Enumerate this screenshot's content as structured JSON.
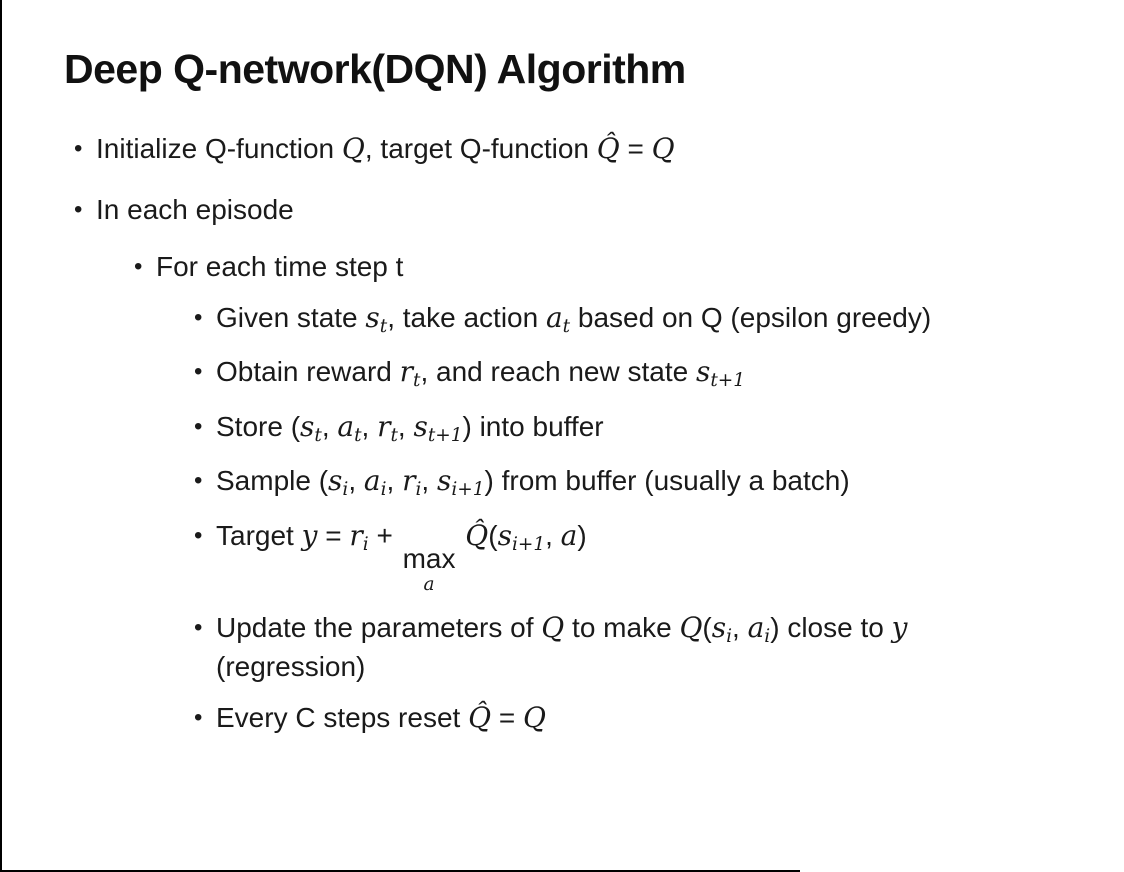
{
  "colors": {
    "background": "#ffffff",
    "text": "#1a1a1a",
    "border": "#000000"
  },
  "slide": {
    "title": "Deep Q-network(DQN) Algorithm",
    "bullets": [
      {
        "level": 1,
        "segments": [
          {
            "t": "Initialize Q-function "
          },
          {
            "t": "Q",
            "s": "i"
          },
          {
            "t": ", target Q-function "
          },
          {
            "t": "Q̂",
            "s": "i"
          },
          {
            "t": " = "
          },
          {
            "t": "Q",
            "s": "i"
          }
        ]
      },
      {
        "level": 1,
        "segments": [
          {
            "t": "In each episode"
          }
        ]
      },
      {
        "level": 2,
        "segments": [
          {
            "t": "For each time step t"
          }
        ]
      },
      {
        "level": 3,
        "segments": [
          {
            "t": "Given state "
          },
          {
            "t": "s",
            "s": "i"
          },
          {
            "t": "t",
            "s": "sub"
          },
          {
            "t": ", take action "
          },
          {
            "t": "a",
            "s": "i"
          },
          {
            "t": "t",
            "s": "sub"
          },
          {
            "t": " based on Q (epsilon greedy)"
          }
        ]
      },
      {
        "level": 3,
        "segments": [
          {
            "t": "Obtain reward "
          },
          {
            "t": "r",
            "s": "i"
          },
          {
            "t": "t",
            "s": "sub"
          },
          {
            "t": ", and reach new state "
          },
          {
            "t": "s",
            "s": "i"
          },
          {
            "t": "t+1",
            "s": "sub"
          }
        ]
      },
      {
        "level": 3,
        "segments": [
          {
            "t": "Store ("
          },
          {
            "t": "s",
            "s": "i"
          },
          {
            "t": "t",
            "s": "sub"
          },
          {
            "t": ", "
          },
          {
            "t": "a",
            "s": "i"
          },
          {
            "t": "t",
            "s": "sub"
          },
          {
            "t": ", "
          },
          {
            "t": "r",
            "s": "i"
          },
          {
            "t": "t",
            "s": "sub"
          },
          {
            "t": ", "
          },
          {
            "t": "s",
            "s": "i"
          },
          {
            "t": "t+1",
            "s": "sub"
          },
          {
            "t": ") into buffer"
          }
        ]
      },
      {
        "level": 3,
        "segments": [
          {
            "t": "Sample ("
          },
          {
            "t": "s",
            "s": "i"
          },
          {
            "t": "i",
            "s": "sub"
          },
          {
            "t": ", "
          },
          {
            "t": "a",
            "s": "i"
          },
          {
            "t": "i",
            "s": "sub"
          },
          {
            "t": ", "
          },
          {
            "t": "r",
            "s": "i"
          },
          {
            "t": "i",
            "s": "sub"
          },
          {
            "t": ", "
          },
          {
            "t": "s",
            "s": "i"
          },
          {
            "t": "i+1",
            "s": "sub"
          },
          {
            "t": ") from buffer (usually a batch)"
          }
        ]
      },
      {
        "level": 3,
        "segments": [
          {
            "t": "Target "
          },
          {
            "t": "y",
            "s": "i"
          },
          {
            "t": " = "
          },
          {
            "t": "r",
            "s": "i"
          },
          {
            "t": "i",
            "s": "sub"
          },
          {
            "t": " + "
          },
          {
            "t": "max",
            "s": "limop",
            "b": "a"
          },
          {
            "t": " "
          },
          {
            "t": "Q̂",
            "s": "i"
          },
          {
            "t": "("
          },
          {
            "t": "s",
            "s": "i"
          },
          {
            "t": "i+1",
            "s": "sub"
          },
          {
            "t": ", "
          },
          {
            "t": "a",
            "s": "i"
          },
          {
            "t": ")"
          }
        ]
      },
      {
        "level": 3,
        "segments": [
          {
            "t": "Update the parameters of "
          },
          {
            "t": "Q",
            "s": "i"
          },
          {
            "t": " to make "
          },
          {
            "t": "Q",
            "s": "i"
          },
          {
            "t": "("
          },
          {
            "t": "s",
            "s": "i"
          },
          {
            "t": "i",
            "s": "sub"
          },
          {
            "t": ", "
          },
          {
            "t": "a",
            "s": "i"
          },
          {
            "t": "i",
            "s": "sub"
          },
          {
            "t": ") close to "
          },
          {
            "t": "y",
            "s": "i"
          },
          {
            "t": " (regression)"
          }
        ]
      },
      {
        "level": 3,
        "segments": [
          {
            "t": "Every C steps reset "
          },
          {
            "t": "Q̂",
            "s": "i"
          },
          {
            "t": " = "
          },
          {
            "t": "Q",
            "s": "i"
          }
        ]
      }
    ]
  }
}
